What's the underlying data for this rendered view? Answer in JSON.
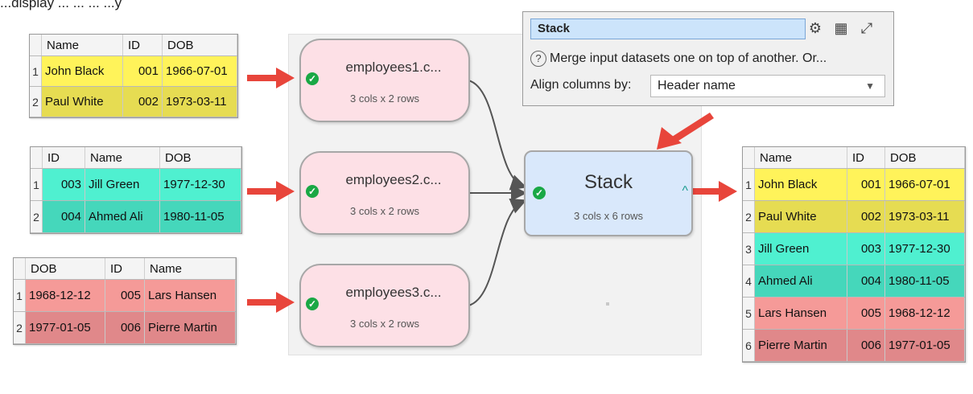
{
  "page_text": "...display ... ... ... ...y",
  "colors": {
    "yellow": "#fff35a",
    "yellow_dark": "#e6dc52",
    "teal": "#4ff0d0",
    "teal_dark": "#45d7bb",
    "red": "#f59a98",
    "red_dark": "#e0888a",
    "arrow": "#e8453b",
    "node_pink": "#fde0e6",
    "node_blue": "#d9e8fb"
  },
  "input_tables": [
    {
      "headers": [
        "Name",
        "ID",
        "DOB"
      ],
      "rows": [
        [
          "1",
          "John Black",
          "001",
          "1966-07-01"
        ],
        [
          "2",
          "Paul White",
          "002",
          "1973-03-11"
        ]
      ]
    },
    {
      "headers": [
        "ID",
        "Name",
        "DOB"
      ],
      "rows": [
        [
          "1",
          "003",
          "Jill Green",
          "1977-12-30"
        ],
        [
          "2",
          "004",
          "Ahmed Ali",
          "1980-11-05"
        ]
      ]
    },
    {
      "headers": [
        "DOB",
        "ID",
        "Name"
      ],
      "rows": [
        [
          "1",
          "1968-12-12",
          "005",
          "Lars Hansen"
        ],
        [
          "2",
          "1977-01-05",
          "006",
          "Pierre Martin"
        ]
      ]
    }
  ],
  "nodes": [
    {
      "title": "employees1.c...",
      "sub": "3 cols x 2 rows",
      "status_icon": "check-circle-icon"
    },
    {
      "title": "employees2.c...",
      "sub": "3 cols x 2 rows",
      "status_icon": "check-circle-icon"
    },
    {
      "title": "employees3.c...",
      "sub": "3 cols x 2 rows",
      "status_icon": "check-circle-icon"
    }
  ],
  "stack_node": {
    "title": "Stack",
    "sub": "3 cols x 6 rows",
    "caret": "^"
  },
  "properties": {
    "name": "Stack",
    "description": "Merge input datasets one on top of another. Or...",
    "help_glyph": "?",
    "align_label": "Align columns by:",
    "align_value": "Header name",
    "buttons": [
      "settings-gear-icon",
      "table-view-icon",
      "maximize-icon"
    ]
  },
  "output_table": {
    "headers": [
      "Name",
      "ID",
      "DOB"
    ],
    "rows": [
      [
        "1",
        "John Black",
        "001",
        "1966-07-01"
      ],
      [
        "2",
        "Paul White",
        "002",
        "1973-03-11"
      ],
      [
        "3",
        "Jill Green",
        "003",
        "1977-12-30"
      ],
      [
        "4",
        "Ahmed Ali",
        "004",
        "1980-11-05"
      ],
      [
        "5",
        "Lars Hansen",
        "005",
        "1968-12-12"
      ],
      [
        "6",
        "Pierre Martin",
        "006",
        "1977-01-05"
      ]
    ]
  }
}
